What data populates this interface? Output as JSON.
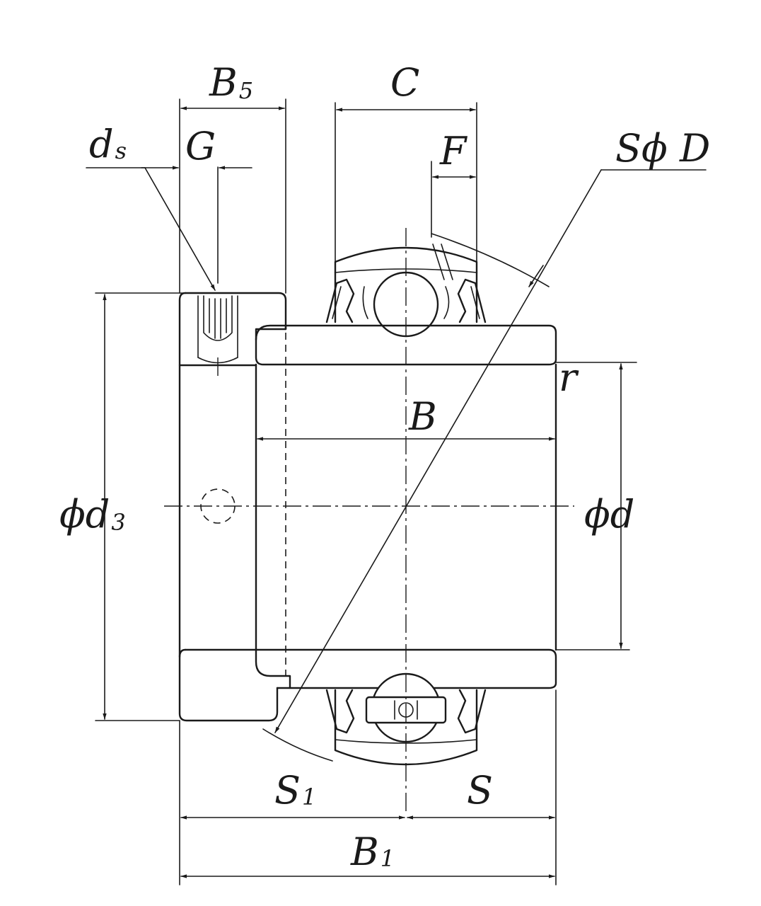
{
  "labels": {
    "B5": {
      "main": "B",
      "sub": "5"
    },
    "C": {
      "main": "C"
    },
    "ds": {
      "main": "d",
      "sub": "s"
    },
    "G": {
      "main": "G"
    },
    "F": {
      "main": "F"
    },
    "SphiD": {
      "main": "Sϕ D"
    },
    "r": {
      "main": "r"
    },
    "B": {
      "main": "B"
    },
    "phid3": {
      "main": "ϕd",
      "sub": "3"
    },
    "phid": {
      "main": "ϕd"
    },
    "S1": {
      "main": "S",
      "sub": "1"
    },
    "S": {
      "main": "S"
    },
    "B1": {
      "main": "B",
      "sub": "1"
    }
  },
  "colors": {
    "line": "#1a1a1a",
    "background": "#ffffff"
  }
}
